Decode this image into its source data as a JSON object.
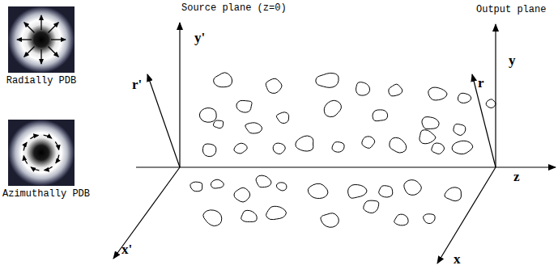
{
  "diagram": {
    "labels": [
      "Source plane (z=0)",
      "Output plane",
      "y'",
      "y",
      "r'",
      "r",
      "Radially PDB",
      "z",
      "Azimuthally PDB",
      "x'",
      "x"
    ]
  }
}
